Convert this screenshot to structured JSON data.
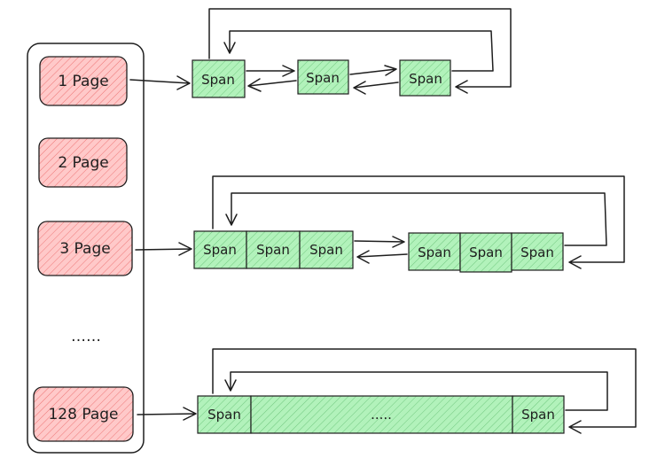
{
  "colors": {
    "stroke": "#1e1e1e",
    "page_fill": "#ffc9c9",
    "page_hatch": "#e03131",
    "span_fill": "#b2f2bb",
    "span_hatch": "#2f9e44"
  },
  "page_list": {
    "items": [
      {
        "label": "1 Page"
      },
      {
        "label": "2 Page"
      },
      {
        "label": "3 Page"
      },
      {
        "label": "……"
      },
      {
        "label": "128 Page"
      }
    ]
  },
  "span_lists": [
    {
      "for_page": "1 Page",
      "nodes": [
        {
          "spans": [
            "Span"
          ]
        },
        {
          "spans": [
            "Span"
          ]
        },
        {
          "spans": [
            "Span"
          ]
        }
      ]
    },
    {
      "for_page": "3 Page",
      "nodes": [
        {
          "spans": [
            "Span",
            "Span",
            "Span"
          ]
        },
        {
          "spans": [
            "Span",
            "Span",
            "Span"
          ]
        }
      ]
    },
    {
      "for_page": "128 Page",
      "nodes": [
        {
          "spans": [
            "Span",
            ".....",
            "Span"
          ]
        }
      ]
    }
  ]
}
